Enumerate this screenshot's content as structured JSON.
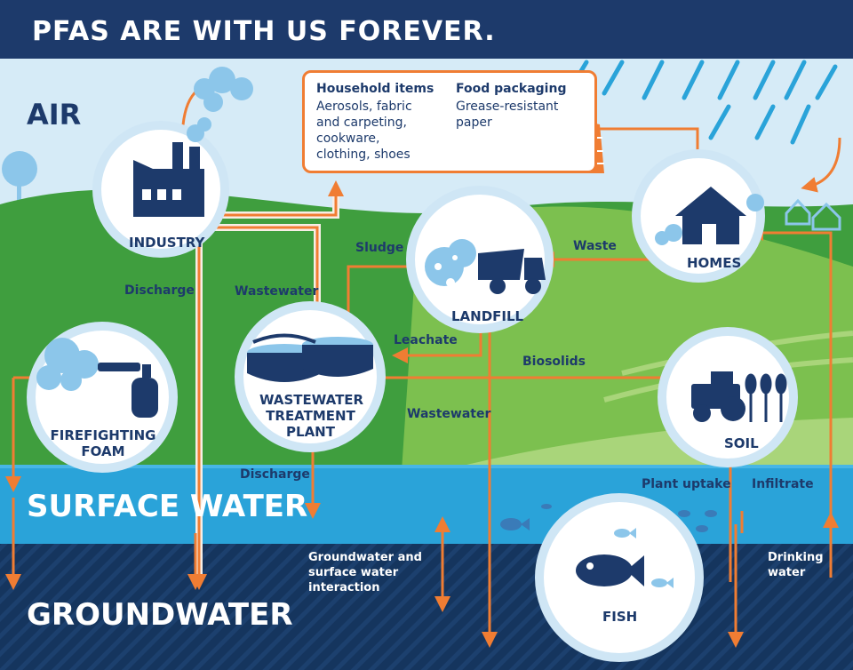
{
  "title": "PFAS ARE WITH US FOREVER.",
  "zones": {
    "air": "AIR",
    "surface_water": "SURFACE WATER",
    "groundwater": "GROUNDWATER"
  },
  "household": {
    "items_heading": "Household items",
    "items_text": "Aerosols, fabric and carpeting, cookware, clothing, shoes",
    "food_heading": "Food packaging",
    "food_text": "Grease-resistant paper"
  },
  "nodes": {
    "industry": "INDUSTRY",
    "homes": "HOMES",
    "landfill": "LANDFILL",
    "wastewater_treatment_plant": "WASTEWATER TREATMENT PLANT",
    "firefighting_foam": "FIREFIGHTING FOAM",
    "soil": "SOIL",
    "fish": "FISH"
  },
  "flows": {
    "discharge_industry": "Discharge",
    "wastewater_industry": "Wastewater",
    "sludge": "Sludge",
    "waste": "Waste",
    "leachate": "Leachate",
    "biosolids": "Biosolids",
    "wastewater_landfill": "Wastewater",
    "discharge_plant": "Discharge",
    "gw_sw_interaction": "Groundwater and surface water interaction",
    "plant_uptake": "Plant uptake",
    "infiltrate": "Infiltrate",
    "drinking_water": "Drinking water"
  },
  "colors": {
    "navy": "#1d3a6b",
    "orange": "#f07d33",
    "sky": "#d6ebf7",
    "hill_dark": "#3f9e3e",
    "hill_light": "#7cc04f",
    "surface_water": "#2aa3d9",
    "groundwater": "#15355e"
  },
  "icons": [
    "factory-icon",
    "house-icon",
    "dump-truck-icon",
    "fire-extinguisher-icon",
    "treatment-tank-icon",
    "tractor-icon",
    "wheat-icon",
    "fish-icon",
    "cookware-icon",
    "boots-icon",
    "vest-icon",
    "rain-icon"
  ]
}
